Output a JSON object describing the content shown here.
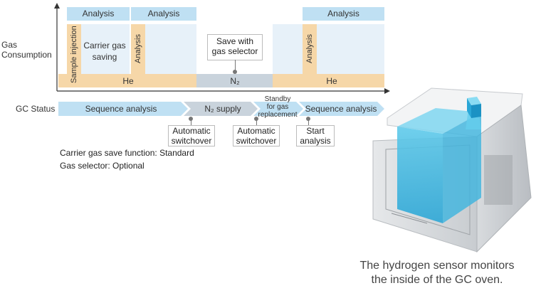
{
  "chart": {
    "y_axis_label": [
      "Gas",
      "Consumption"
    ],
    "analysis_headers": [
      "Analysis",
      "Analysis",
      "Analysis"
    ],
    "sample_injection": "Sample injection",
    "carrier_gas_saving": [
      "Carrier gas",
      "saving"
    ],
    "analysis_vertical": [
      "Analysis",
      "Analysis"
    ],
    "save_callout": [
      "Save with",
      "gas selector"
    ],
    "band_he_left": "He",
    "band_n2": "N₂",
    "band_he_right": "He"
  },
  "status": {
    "label": "GC Status",
    "seq_analysis_1": "Sequence analysis",
    "n2_supply": "N₂ supply",
    "standby": [
      "Standby",
      "for gas",
      "replacement"
    ],
    "seq_analysis_2": "Sequence analysis",
    "notes": [
      [
        "Automatic",
        "switchover"
      ],
      [
        "Automatic",
        "switchover"
      ],
      [
        "Start",
        "analysis"
      ]
    ]
  },
  "legend": {
    "carrier_gas_save": "Carrier gas save function: Standard",
    "gas_selector": "Gas selector: Optional"
  },
  "caption": [
    "The hydrogen sensor monitors",
    "the inside of the GC oven."
  ],
  "colors": {
    "header": "#bfe0f3",
    "zone": "#e7f1f9",
    "orange": "#f6d7a8",
    "grey": "#c9d3dc",
    "arrow": "#bfe0f3",
    "arrow_grey": "#c9d3dc"
  }
}
